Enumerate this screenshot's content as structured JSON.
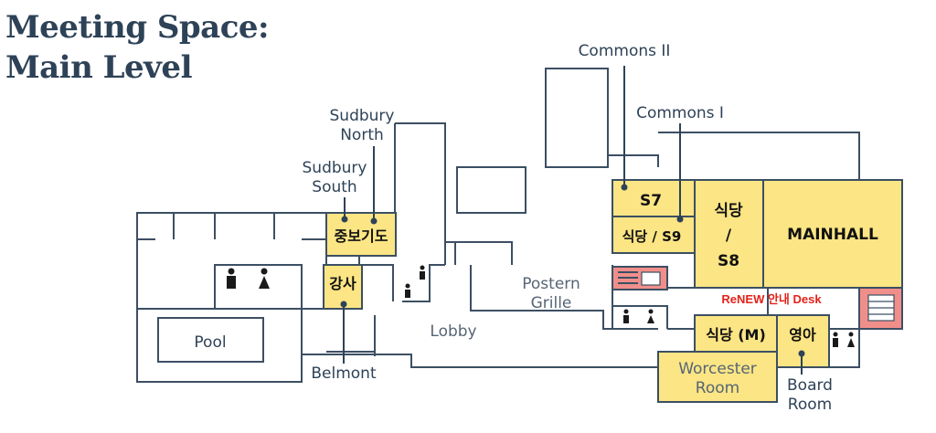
{
  "title": {
    "line1": "Meeting Space:",
    "line2": "Main Level"
  },
  "rooms": {
    "jungbo": "중보기도",
    "gangsa": "강사",
    "s7": "S7",
    "s9": "식당 / S9",
    "s8_line1": "식당",
    "s8_line2": "/",
    "s8_line3": "S8",
    "mainhall": "MAINHALL",
    "sikdang_m": "식당 (M)",
    "youngah": "영아",
    "worcester_line1": "Worcester",
    "worcester_line2": "Room"
  },
  "labels": {
    "commons2": "Commons II",
    "commons1": "Commons I",
    "sudbury_north_line1": "Sudbury",
    "sudbury_north_line2": "North",
    "sudbury_south_line1": "Sudbury",
    "sudbury_south_line2": "South",
    "postern_line1": "Postern",
    "postern_line2": "Grille",
    "lobby": "Lobby",
    "pool": "Pool",
    "belmont": "Belmont",
    "board_line1": "Board",
    "board_line2": "Room",
    "renew_desk": "ReNEW 안내 Desk"
  },
  "colors": {
    "room_fill": "#fbe584",
    "stairs": "#f08f8a",
    "walls": "#3c4f63",
    "desk_text": "#e2231a"
  },
  "icons": [
    "restroom-men-icon",
    "restroom-women-icon",
    "stairs-icon"
  ]
}
